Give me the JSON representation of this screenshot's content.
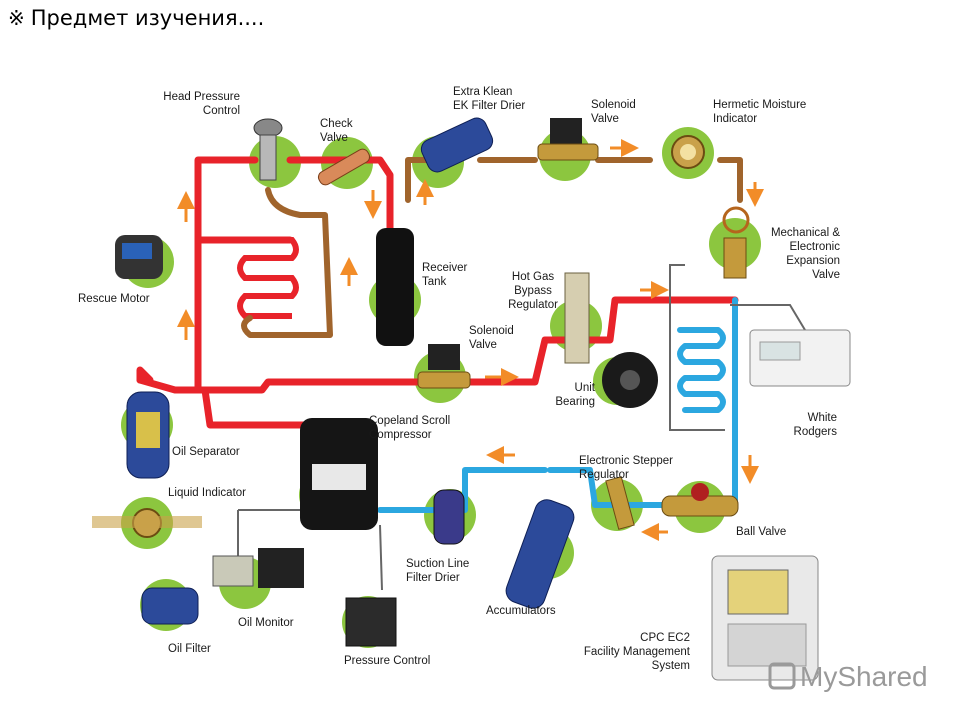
{
  "title": {
    "mark": "※",
    "text": "Предмет изучения...."
  },
  "labels": {
    "head_pressure_control": [
      "Head Pressure",
      "Control"
    ],
    "check_valve": [
      "Check",
      "Valve"
    ],
    "extra_klean": [
      "Extra Klean",
      "EK Filter Drier"
    ],
    "solenoid_valve_top": [
      "Solenoid",
      "Valve"
    ],
    "hermetic_moisture": [
      "Hermetic Moisture",
      "Indicator"
    ],
    "expansion_valve": [
      "Mechanical &",
      "Electronic",
      "Expansion",
      "Valve"
    ],
    "receiver_tank": [
      "Receiver",
      "Tank"
    ],
    "rescue_motor": [
      "Rescue Motor"
    ],
    "hot_gas_bypass": [
      "Hot Gas",
      "Bypass",
      "Regulator"
    ],
    "solenoid_valve_mid": [
      "Solenoid",
      "Valve"
    ],
    "unit_bearing": [
      "Unit",
      "Bearing"
    ],
    "white_rodgers": [
      "White",
      "Rodgers"
    ],
    "copeland": [
      "Copeland Scroll",
      "Compressor"
    ],
    "oil_separator": [
      "Oil Separator"
    ],
    "liquid_indicator": [
      "Liquid Indicator"
    ],
    "stepper_regulator": [
      "Electronic Stepper",
      "Regulator"
    ],
    "ball_valve": [
      "Ball Valve"
    ],
    "suction_filter": [
      "Suction Line",
      "Filter Drier"
    ],
    "accumulators": [
      "Accumulators"
    ],
    "oil_monitor": [
      "Oil Monitor"
    ],
    "oil_filter": [
      "Oil Filter"
    ],
    "pressure_control": [
      "Pressure Control"
    ],
    "cpc": [
      "CPC EC2",
      "Facility Management",
      "System"
    ]
  },
  "watermark": "MyShared",
  "colors": {
    "hot_line": "#e8232a",
    "liquid_line": "#a0642c",
    "suction_line": "#2ba7e0",
    "arrow": "#f28c28",
    "badge": "#8cc63f"
  }
}
